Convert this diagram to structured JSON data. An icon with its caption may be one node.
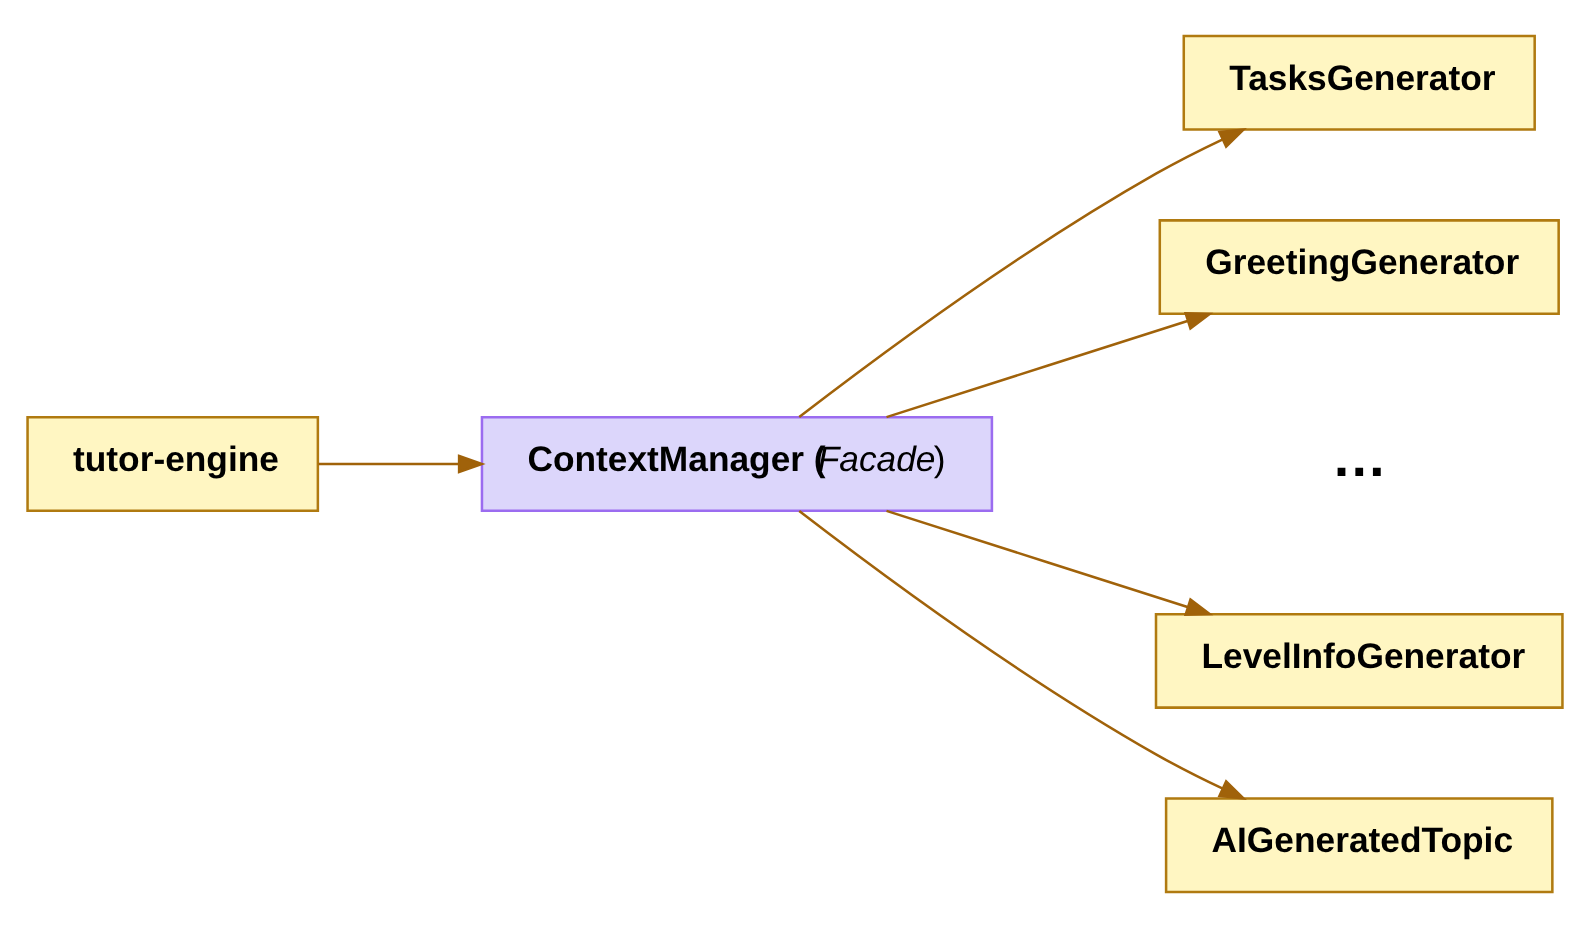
{
  "diagram": {
    "nodes": [
      {
        "text": [
          "tutor-engine"
        ]
      },
      {
        "text": [
          "**ContextManager** (*Facade*)"
        ]
      },
      {
        "text": [
          "TasksGenerator"
        ]
      },
      {
        "text": [
          "GreetingGenerator"
        ]
      },
      {
        "text": [
          "LevelInfoGenerator"
        ]
      },
      {
        "text": [
          "AIGeneratedTopic"
        ]
      }
    ],
    "edges": [
      {
        "from": 0,
        "to": 1,
        "arrow": "to"
      },
      {
        "from": 1,
        "to": 2,
        "arrow": "to"
      },
      {
        "from": 1,
        "to": 3,
        "arrow": "to"
      },
      {
        "from": 1,
        "to": 4,
        "arrow": "to"
      },
      {
        "from": 1,
        "to": 5,
        "arrow": "to"
      }
    ],
    "labels": [
      "…"
    ]
  }
}
